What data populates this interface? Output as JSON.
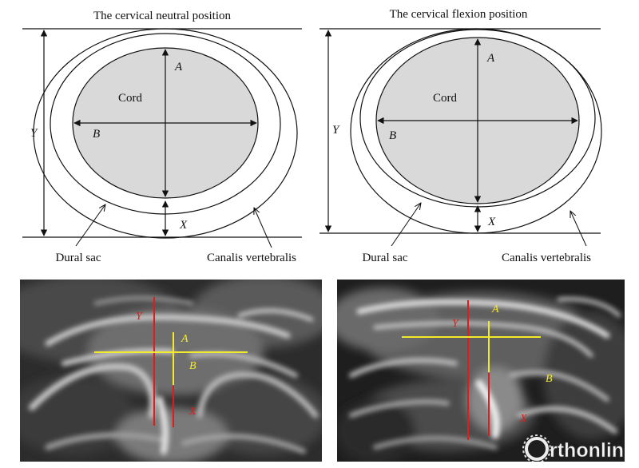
{
  "panels": {
    "neutral": {
      "title": "The cervical neutral position",
      "cord_label": "Cord",
      "label_a": "A",
      "label_b": "B",
      "label_x": "X",
      "label_y": "Y",
      "dural_sac_label": "Dural sac",
      "canalis_label": "Canalis vertebralis"
    },
    "flexion": {
      "title": "The cervical flexion position",
      "cord_label": "Cord",
      "label_a": "A",
      "label_b": "B",
      "label_x": "X",
      "label_y": "Y",
      "dural_sac_label": "Dural sac",
      "canalis_label": "Canalis vertebralis"
    }
  },
  "mri": {
    "neutral": {
      "label_y": "Y",
      "label_a": "A",
      "label_b": "B",
      "label_x": "X"
    },
    "flexion": {
      "label_y": "Y",
      "label_a": "A",
      "label_b": "B",
      "label_x": "X"
    }
  },
  "watermark": {
    "text": "rthonlin"
  },
  "colors": {
    "cord_fill": "#d9d9d9",
    "line": "#111111",
    "mri_red": "#e01b1b",
    "mri_yellow": "#f2ea2a"
  }
}
